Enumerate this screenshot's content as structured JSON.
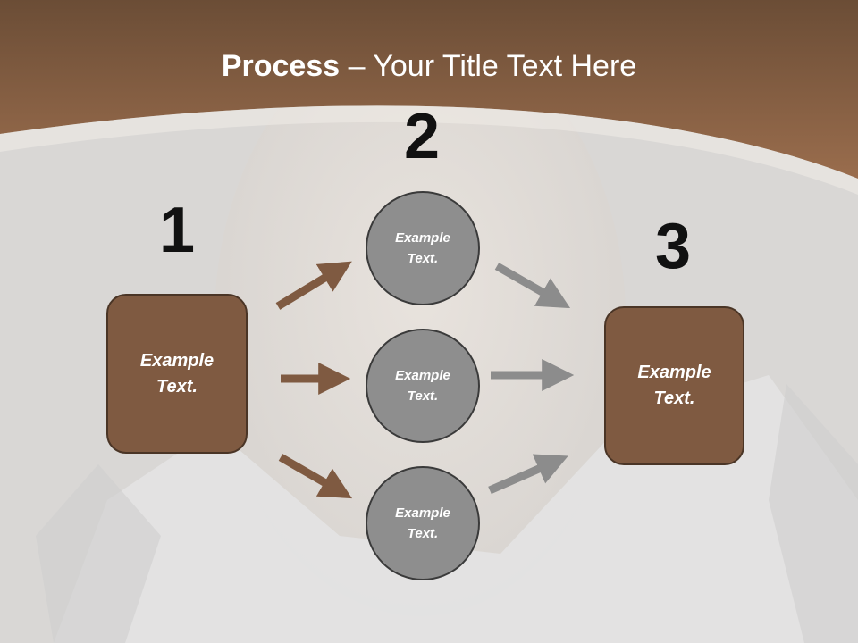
{
  "title": {
    "bold": "Process",
    "rest": " – Your Title Text Here"
  },
  "steps": {
    "one": {
      "number": "1",
      "label": "Example Text."
    },
    "two": {
      "number": "2",
      "circles": [
        "Example Text.",
        "Example Text.",
        "Example Text."
      ]
    },
    "three": {
      "number": "3",
      "label": "Example Text."
    }
  },
  "colors": {
    "header": "#8a6246",
    "box_fill": "#7f5a41",
    "circle_fill": "#8e8e8e",
    "arrow_brown": "#7f5a41",
    "arrow_gray": "#8c8c8c"
  }
}
